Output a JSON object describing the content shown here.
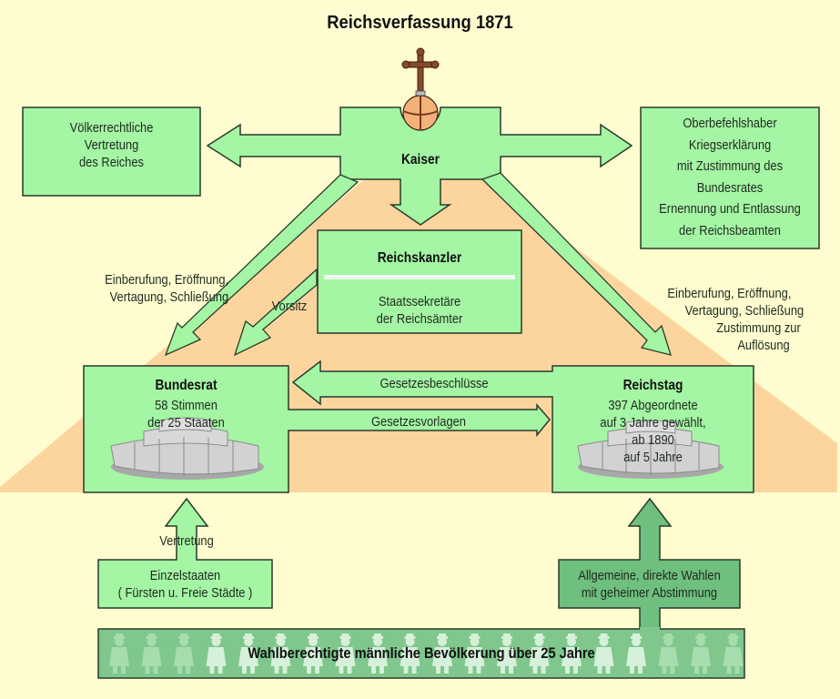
{
  "title": "Reichsverfassung 1871",
  "colors": {
    "background": "#fffdd0",
    "pyramid": "#fcd59e",
    "box_fill": "#a4f5a4",
    "box_stroke": "#2a3a2a",
    "dark_green": "#6fbf7f",
    "population_band": "#7fc78c"
  },
  "kaiser": {
    "label": "Kaiser",
    "icon": "reichsapfel-orb-icon"
  },
  "left_box": {
    "lines": [
      "Völkerrechtliche",
      "Vertretung",
      "des Reiches"
    ]
  },
  "right_box": {
    "lines": [
      "Oberbefehlshaber",
      "Kriegserklärung",
      "mit Zustimmung des",
      "Bundesrates",
      "Ernennung und Entlassung",
      "der Reichsbeamten"
    ]
  },
  "reichskanzler": {
    "title": "Reichskanzler",
    "lines": [
      "Staatssekretäre",
      "der Reichsämter"
    ]
  },
  "labels": {
    "left_powers": [
      "Einberufung, Eröffnung,",
      "Vertagung, Schließung"
    ],
    "vorsitz": "Vorsitz",
    "right_powers": [
      "Einberufung, Eröffnung,",
      "Vertagung, Schließung",
      "Zustimmung zur",
      "Auflösung"
    ],
    "gesetzesbeschluesse": "Gesetzesbeschlüsse",
    "gesetzesvorlagen": "Gesetzesvorlagen",
    "vertretung": "Vertretung"
  },
  "bundesrat": {
    "title": "Bundesrat",
    "lines": [
      "58 Stimmen",
      "der 25 Staaten"
    ],
    "icon": "assembly-seats-icon"
  },
  "reichstag": {
    "title": "Reichstag",
    "lines": [
      "397 Abgeordnete",
      "auf 3 Jahre gewählt,",
      "ab 1890",
      "auf 5 Jahre"
    ],
    "icon": "assembly-seats-icon"
  },
  "einzelstaaten": {
    "lines": [
      "Einzelstaaten",
      "( Fürsten u. Freie Städte )"
    ]
  },
  "wahlen": {
    "lines": [
      "Allgemeine, direkte Wahlen",
      "mit geheimer Abstimmung"
    ]
  },
  "population": {
    "label": "Wahlberechtigte männliche Bevölkerung über 25 Jahre",
    "figure_icon": "man-figure-icon",
    "figure_count": 20
  }
}
